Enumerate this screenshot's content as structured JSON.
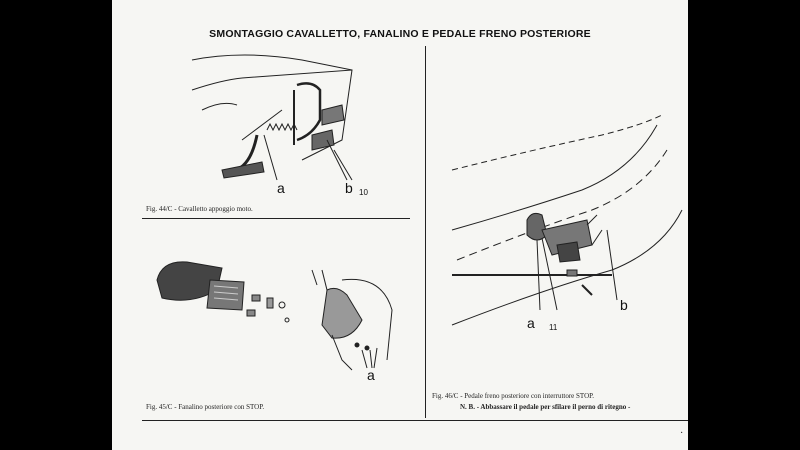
{
  "document": {
    "title": "SMONTAGGIO CAVALLETTO, FANALINO E PEDALE FRENO POSTERIORE"
  },
  "figures": {
    "fig44": {
      "caption": "Fig. 44/C - Cavalletto appoggio moto.",
      "label_a": "a",
      "label_b": "b",
      "label_b_num": "10"
    },
    "fig45": {
      "caption": "Fig. 45/C - Fanalino posteriore con STOP.",
      "label_a": "a"
    },
    "fig46": {
      "caption": "Fig. 46/C - Pedale freno posteriore con interruttore STOP.",
      "note": "N. B. - Abbassare il pedale per sfilare il perno di ritegno -",
      "label_a": "a",
      "label_a_num": "11",
      "label_b": "b"
    }
  },
  "page_mark": "·"
}
